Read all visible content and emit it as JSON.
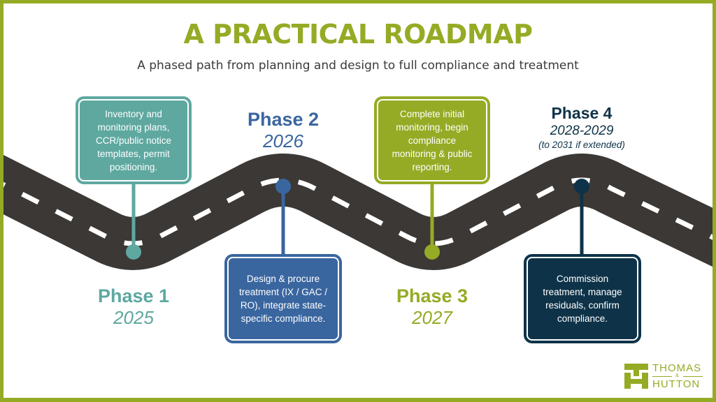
{
  "header": {
    "title": "A PRACTICAL ROADMAP",
    "subtitle": "A phased path from planning and design to full compliance and treatment"
  },
  "colors": {
    "brand_green": "#95ab25",
    "road": "#3b3835",
    "phase1": "#5ea8a0",
    "phase2": "#3a66a0",
    "phase3": "#95ab25",
    "phase4": "#0e3349"
  },
  "phases": [
    {
      "name": "Phase 1",
      "years": "2025",
      "note": "",
      "description": "Inventory and monitoring plans, CCR/public notice templates, permit positioning."
    },
    {
      "name": "Phase 2",
      "years": "2026",
      "note": "",
      "description": "Design & procure treatment (IX / GAC / RO), integrate state-specific compliance."
    },
    {
      "name": "Phase 3",
      "years": "2027",
      "note": "",
      "description": "Complete initial monitoring, begin compliance monitoring & public reporting."
    },
    {
      "name": "Phase 4",
      "years": "2028-2029",
      "note": "(to 2031 if extended)",
      "description": "Commission treatment, manage residuals, confirm compliance."
    }
  ],
  "logo": {
    "line1": "THOMAS",
    "amp": "&",
    "line2": "HUTTON"
  }
}
